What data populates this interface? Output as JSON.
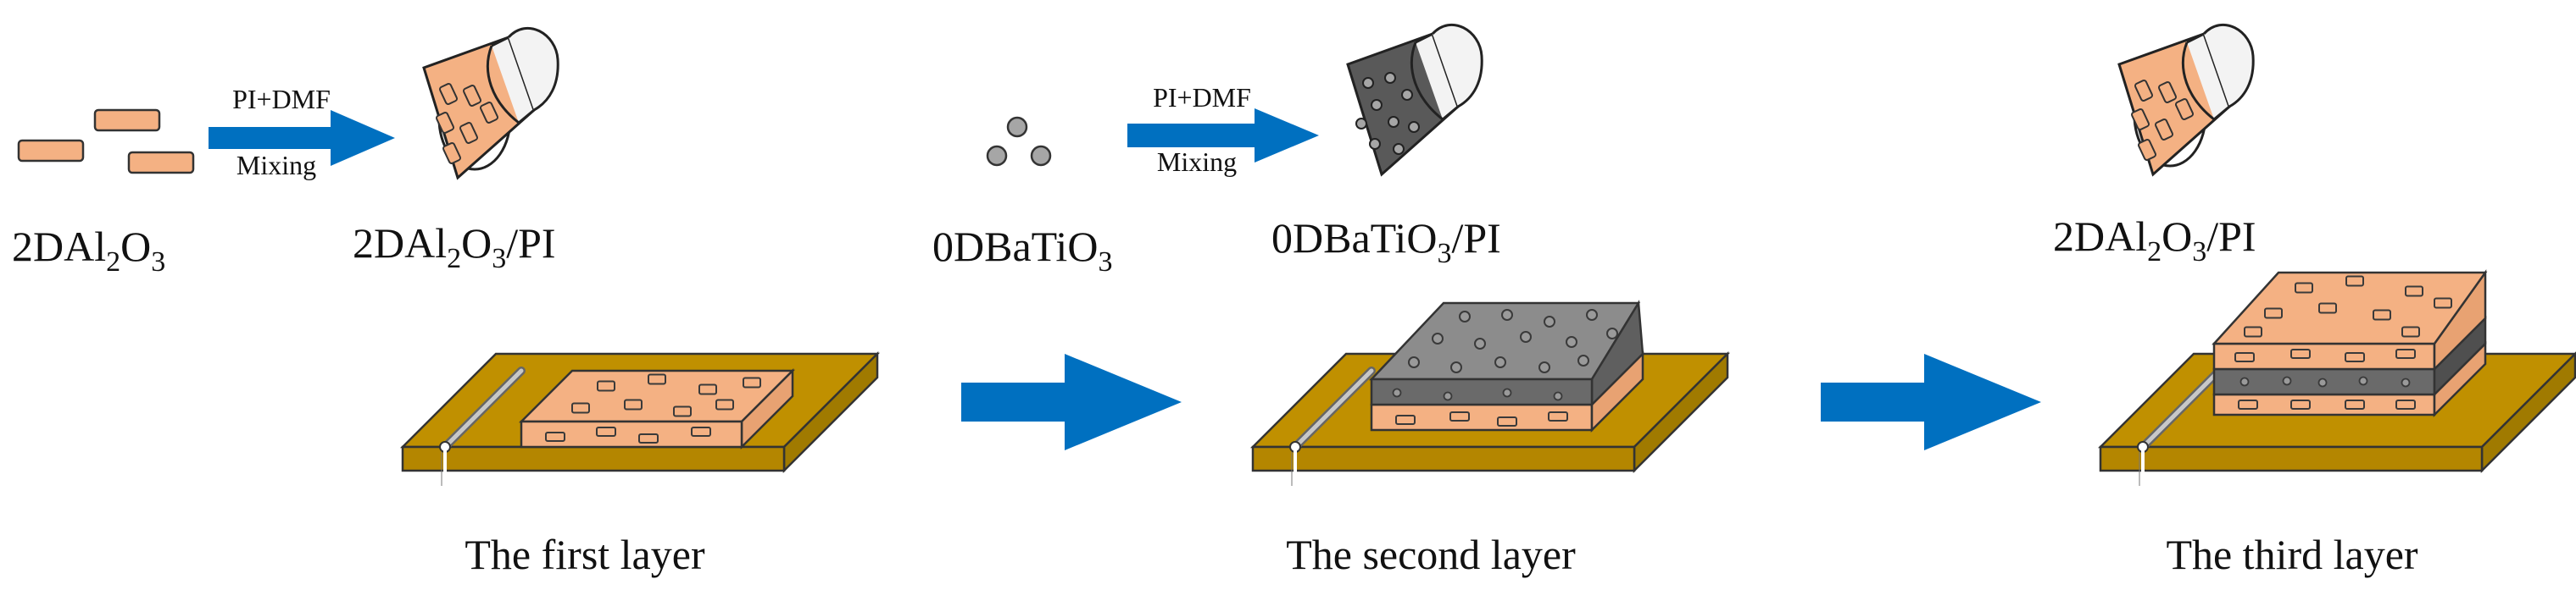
{
  "materials": {
    "al2o3": {
      "prefix": "2DAl",
      "sub1": "2",
      "mid": "O",
      "sub2": "3",
      "suffix": ""
    },
    "al2o3_pi": {
      "prefix": "2DAl",
      "sub1": "2",
      "mid": "O",
      "sub2": "3",
      "suffix": "/PI"
    },
    "batio3": {
      "prefix": "0DBaTiO",
      "sub1": "3",
      "suffix": ""
    },
    "batio3_pi": {
      "prefix": "0DBaTiO",
      "sub1": "3",
      "suffix": "/PI"
    },
    "al2o3_pi_third": {
      "prefix": "2DAl",
      "sub1": "2",
      "mid": "O",
      "sub2": "3",
      "suffix": "/PI"
    }
  },
  "process": {
    "arrow1": {
      "top": "PI+DMF",
      "bottom": "Mixing"
    },
    "arrow2": {
      "top": "PI+DMF",
      "bottom": "Mixing"
    }
  },
  "layers": {
    "first": "The first layer",
    "second": "The second layer",
    "third": "The third layer"
  },
  "colors": {
    "al2o3_fill": "#F4B183",
    "batio3_fill": "#595959",
    "substrate_gold": "#C09000",
    "arrow_blue": "#0070C0"
  }
}
